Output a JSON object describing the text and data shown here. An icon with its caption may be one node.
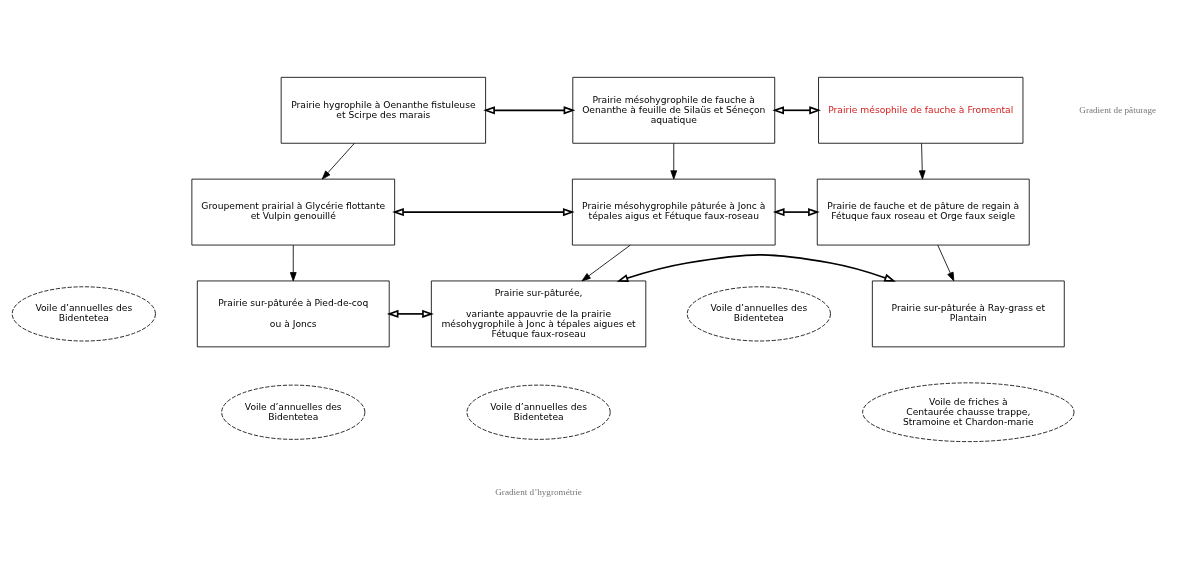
{
  "diagram": {
    "nodes": [
      {
        "text": [
          "Prairie hygrophile à Oenanthe fistuleuse et Scirpe des marais"
        ]
      },
      {
        "text": [
          "Prairie mésohygrophile de fauche à Oenanthe à feuille de Silaüs et Séneçon aquatique"
        ]
      },
      {
        "text": [
          "Prairie mésophile de fauche à Fromental"
        ]
      },
      {
        "text": [
          "Groupement prairial à Glycérie flottante et Vulpin genouillé"
        ]
      },
      {
        "text": [
          "Prairie mésohygrophile pâturée à Jonc à tépales aigus et Fétuque faux-roseau"
        ]
      },
      {
        "text": [
          "Prairie de fauche et de pâture de regain à Fétuque faux roseau et Orge faux seigle"
        ]
      },
      {
        "text": [
          "Prairie sur-pâturée à Pied-de-coq",
          "ou à Joncs"
        ]
      },
      {
        "text": [
          "Prairie sur-pâturée,",
          "variante appauvrie de la prairie mésohygrophile à Jonc à tépales aigues et Fétuque faux-roseau"
        ]
      },
      {
        "text": [
          "Prairie sur-pâturée à Ray-grass et Plantain"
        ]
      },
      {
        "text": [
          "Voile d’annuelles des Bidentetea"
        ]
      },
      {
        "text": [
          "Voile d’annuelles des Bidentetea"
        ]
      },
      {
        "text": [
          "Voile d’annuelles des Bidentetea"
        ]
      },
      {
        "text": [
          "Voile d’annuelles des Bidentetea"
        ]
      },
      {
        "text": [
          "Voile de friches à Centaurée chausse trappe, Stramoine et Chardon-marie"
        ]
      }
    ],
    "edges": [
      {
        "from": 0,
        "to": 1,
        "arrow": "both"
      },
      {
        "from": 1,
        "to": 2,
        "arrow": "both"
      },
      {
        "from": 0,
        "to": 3,
        "arrow": "to"
      },
      {
        "from": 1,
        "to": 4,
        "arrow": "to"
      },
      {
        "from": 2,
        "to": 5,
        "arrow": "to"
      },
      {
        "from": 3,
        "to": 4,
        "arrow": "both"
      },
      {
        "from": 4,
        "to": 5,
        "arrow": "both"
      },
      {
        "from": 3,
        "to": 6,
        "arrow": "to"
      },
      {
        "from": 4,
        "to": 7,
        "arrow": "to"
      },
      {
        "from": 5,
        "to": 8,
        "arrow": "to"
      },
      {
        "from": 6,
        "to": 7,
        "arrow": "both"
      },
      {
        "from": 7,
        "to": 8,
        "arrow": "both"
      }
    ],
    "labels": [
      "Gradient de pâturage",
      "Gradient d’hygrométrie"
    ]
  }
}
